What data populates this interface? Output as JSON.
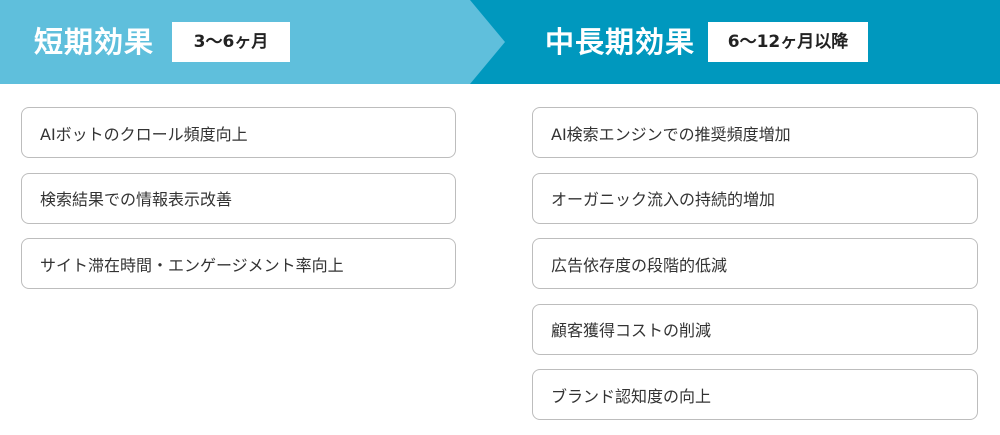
{
  "colors": {
    "short_term_bg": "#5FBFDC",
    "long_term_bg": "#0098BE",
    "badge_bg": "#FFFFFF",
    "item_border": "#BDBDBD",
    "item_text": "#333333"
  },
  "short_term": {
    "title": "短期効果",
    "period": "3〜6ヶ月",
    "items": [
      {
        "label": "AIボットのクロール頻度向上"
      },
      {
        "label": "検索結果での情報表示改善"
      },
      {
        "label": "サイト滞在時間・エンゲージメント率向上"
      }
    ]
  },
  "long_term": {
    "title": "中長期効果",
    "period": "6〜12ヶ月以降",
    "items": [
      {
        "label": "AI検索エンジンでの推奨頻度増加"
      },
      {
        "label": "オーガニック流入の持続的増加"
      },
      {
        "label": "広告依存度の段階的低減"
      },
      {
        "label": "顧客獲得コストの削減"
      },
      {
        "label": "ブランド認知度の向上"
      }
    ]
  }
}
